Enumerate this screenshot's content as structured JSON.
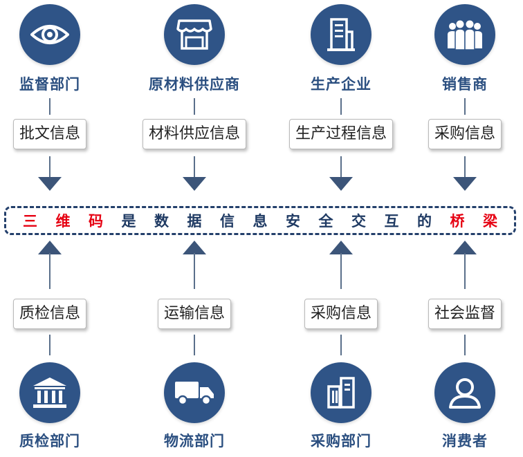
{
  "top_entities": [
    {
      "name": "监督部门",
      "info": "批文信息",
      "icon": "eye-icon"
    },
    {
      "name": "原材料供应商",
      "info": "材料供应信息",
      "icon": "storefront-icon"
    },
    {
      "name": "生产企业",
      "info": "生产过程信息",
      "icon": "building-icon"
    },
    {
      "name": "销售商",
      "info": "采购信息",
      "icon": "people-group-icon"
    }
  ],
  "bottom_entities": [
    {
      "name": "质检部门",
      "info": "质检信息",
      "icon": "institution-icon"
    },
    {
      "name": "物流部门",
      "info": "运输信息",
      "icon": "truck-icon"
    },
    {
      "name": "采购部门",
      "info": "采购信息",
      "icon": "office-building-icon"
    },
    {
      "name": "消费者",
      "info": "社会监督",
      "icon": "person-icon"
    }
  ],
  "bridge": {
    "chars": [
      "三",
      "维",
      "码",
      "是",
      "数",
      "据",
      "信",
      "息",
      "安",
      "全",
      "交",
      "互",
      "的",
      "桥",
      "梁"
    ],
    "highlight_color": "#e60012",
    "text_color": "#1f3a63"
  },
  "colors": {
    "circle": "#2f5487",
    "label": "#2b4f80",
    "arrow": "#3c5579"
  }
}
